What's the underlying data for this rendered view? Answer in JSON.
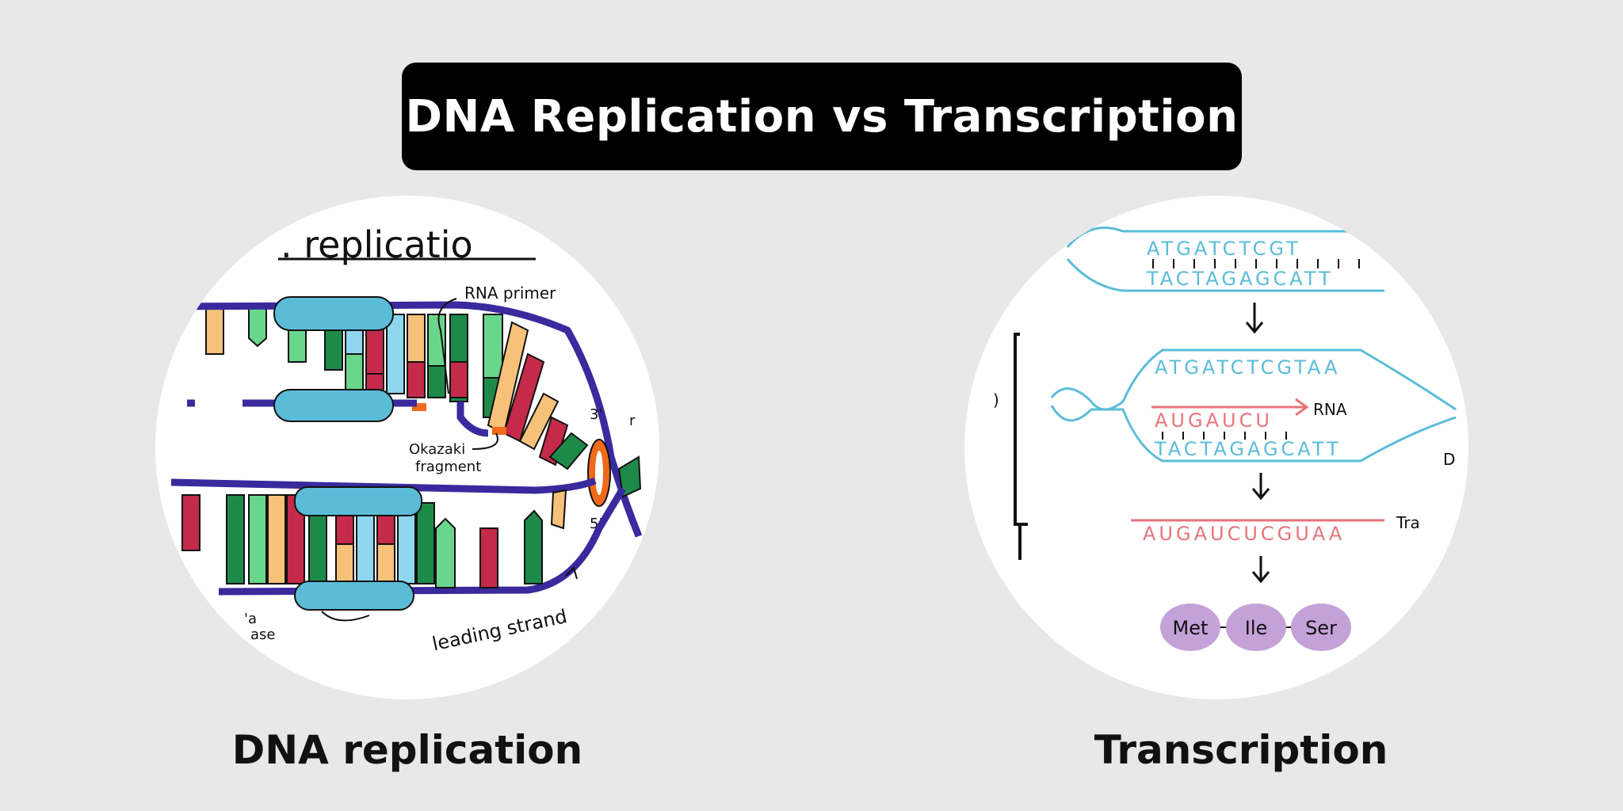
{
  "title": "DNA Replication vs Transcription",
  "left_panel": {
    "caption": "DNA replication",
    "heading_partial": ". replicatio",
    "labels": {
      "rna_primer": "RNA primer",
      "okazaki": "Okazaki",
      "fragment": "fragment",
      "three_prime": "3'",
      "five_prime": "5'",
      "leading_strand": "leading strand",
      "edge_a": "'a",
      "edge_b": "ase",
      "edge_c": "r"
    }
  },
  "right_panel": {
    "caption": "Transcription",
    "dna_top_1": "ATGATCTCGT",
    "dna_bottom_1": "TACTAGAGCATT",
    "dna_top_2": "ATGATCTCGTAA",
    "rna_partial": "AUGAUCU",
    "rna_label": "RNA",
    "dna_bottom_2": "TACTAGAGCATT",
    "mrna": "AUGAUCUCGUAA",
    "mrna_label_partial": "Tra",
    "edge_left": ")",
    "edge_right": "D",
    "amino_acids": [
      "Met",
      "Ile",
      "Ser"
    ]
  },
  "colors": {
    "dna_blue": "#5bbcd8",
    "rna_red": "#e8747c",
    "backbone_purple": "#3a2a9e",
    "helicase_orange": "#ef6a1a",
    "protein_purple": "#c4a2d8",
    "green_dark": "#1e8a4a",
    "green_light": "#6ad68c",
    "crimson": "#c42a4a",
    "peach": "#f6c27a",
    "sky": "#8fd6ef"
  }
}
